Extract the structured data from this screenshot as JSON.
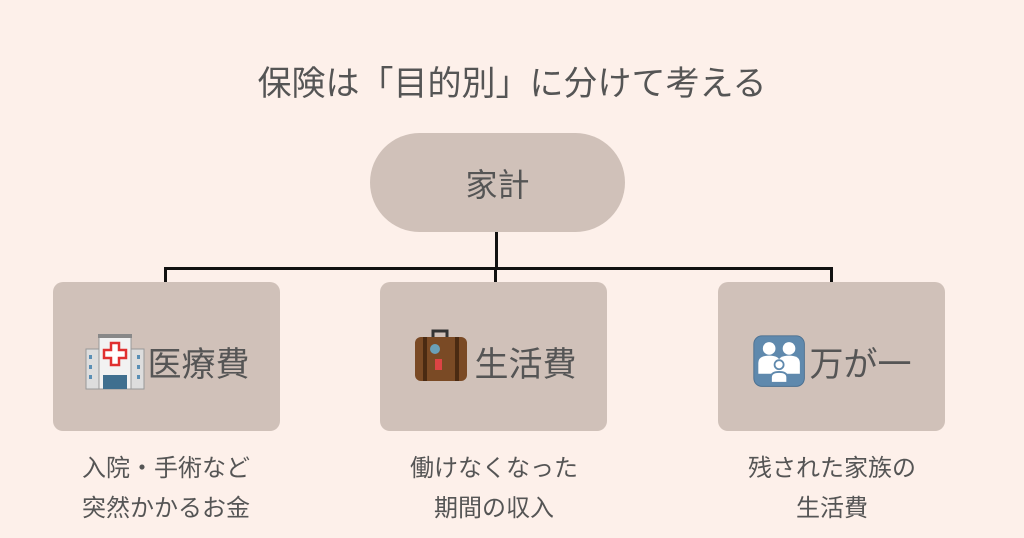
{
  "title": "保険は「目的別」に分けて考える",
  "root": {
    "label": "家計"
  },
  "branches": [
    {
      "icon": "hospital-icon",
      "label": "医療費",
      "caption": [
        "入院・手術など",
        "突然かかるお金"
      ]
    },
    {
      "icon": "suitcase-icon",
      "label": "生活費",
      "caption": [
        "働けなくなった",
        "期間の収入"
      ]
    },
    {
      "icon": "family-icon",
      "label": "万が一",
      "caption": [
        "残された家族の",
        "生活費"
      ]
    }
  ],
  "colors": {
    "background": "#fdf0ea",
    "node": "#d0c1b9",
    "text": "#555555",
    "connector": "#111111"
  }
}
